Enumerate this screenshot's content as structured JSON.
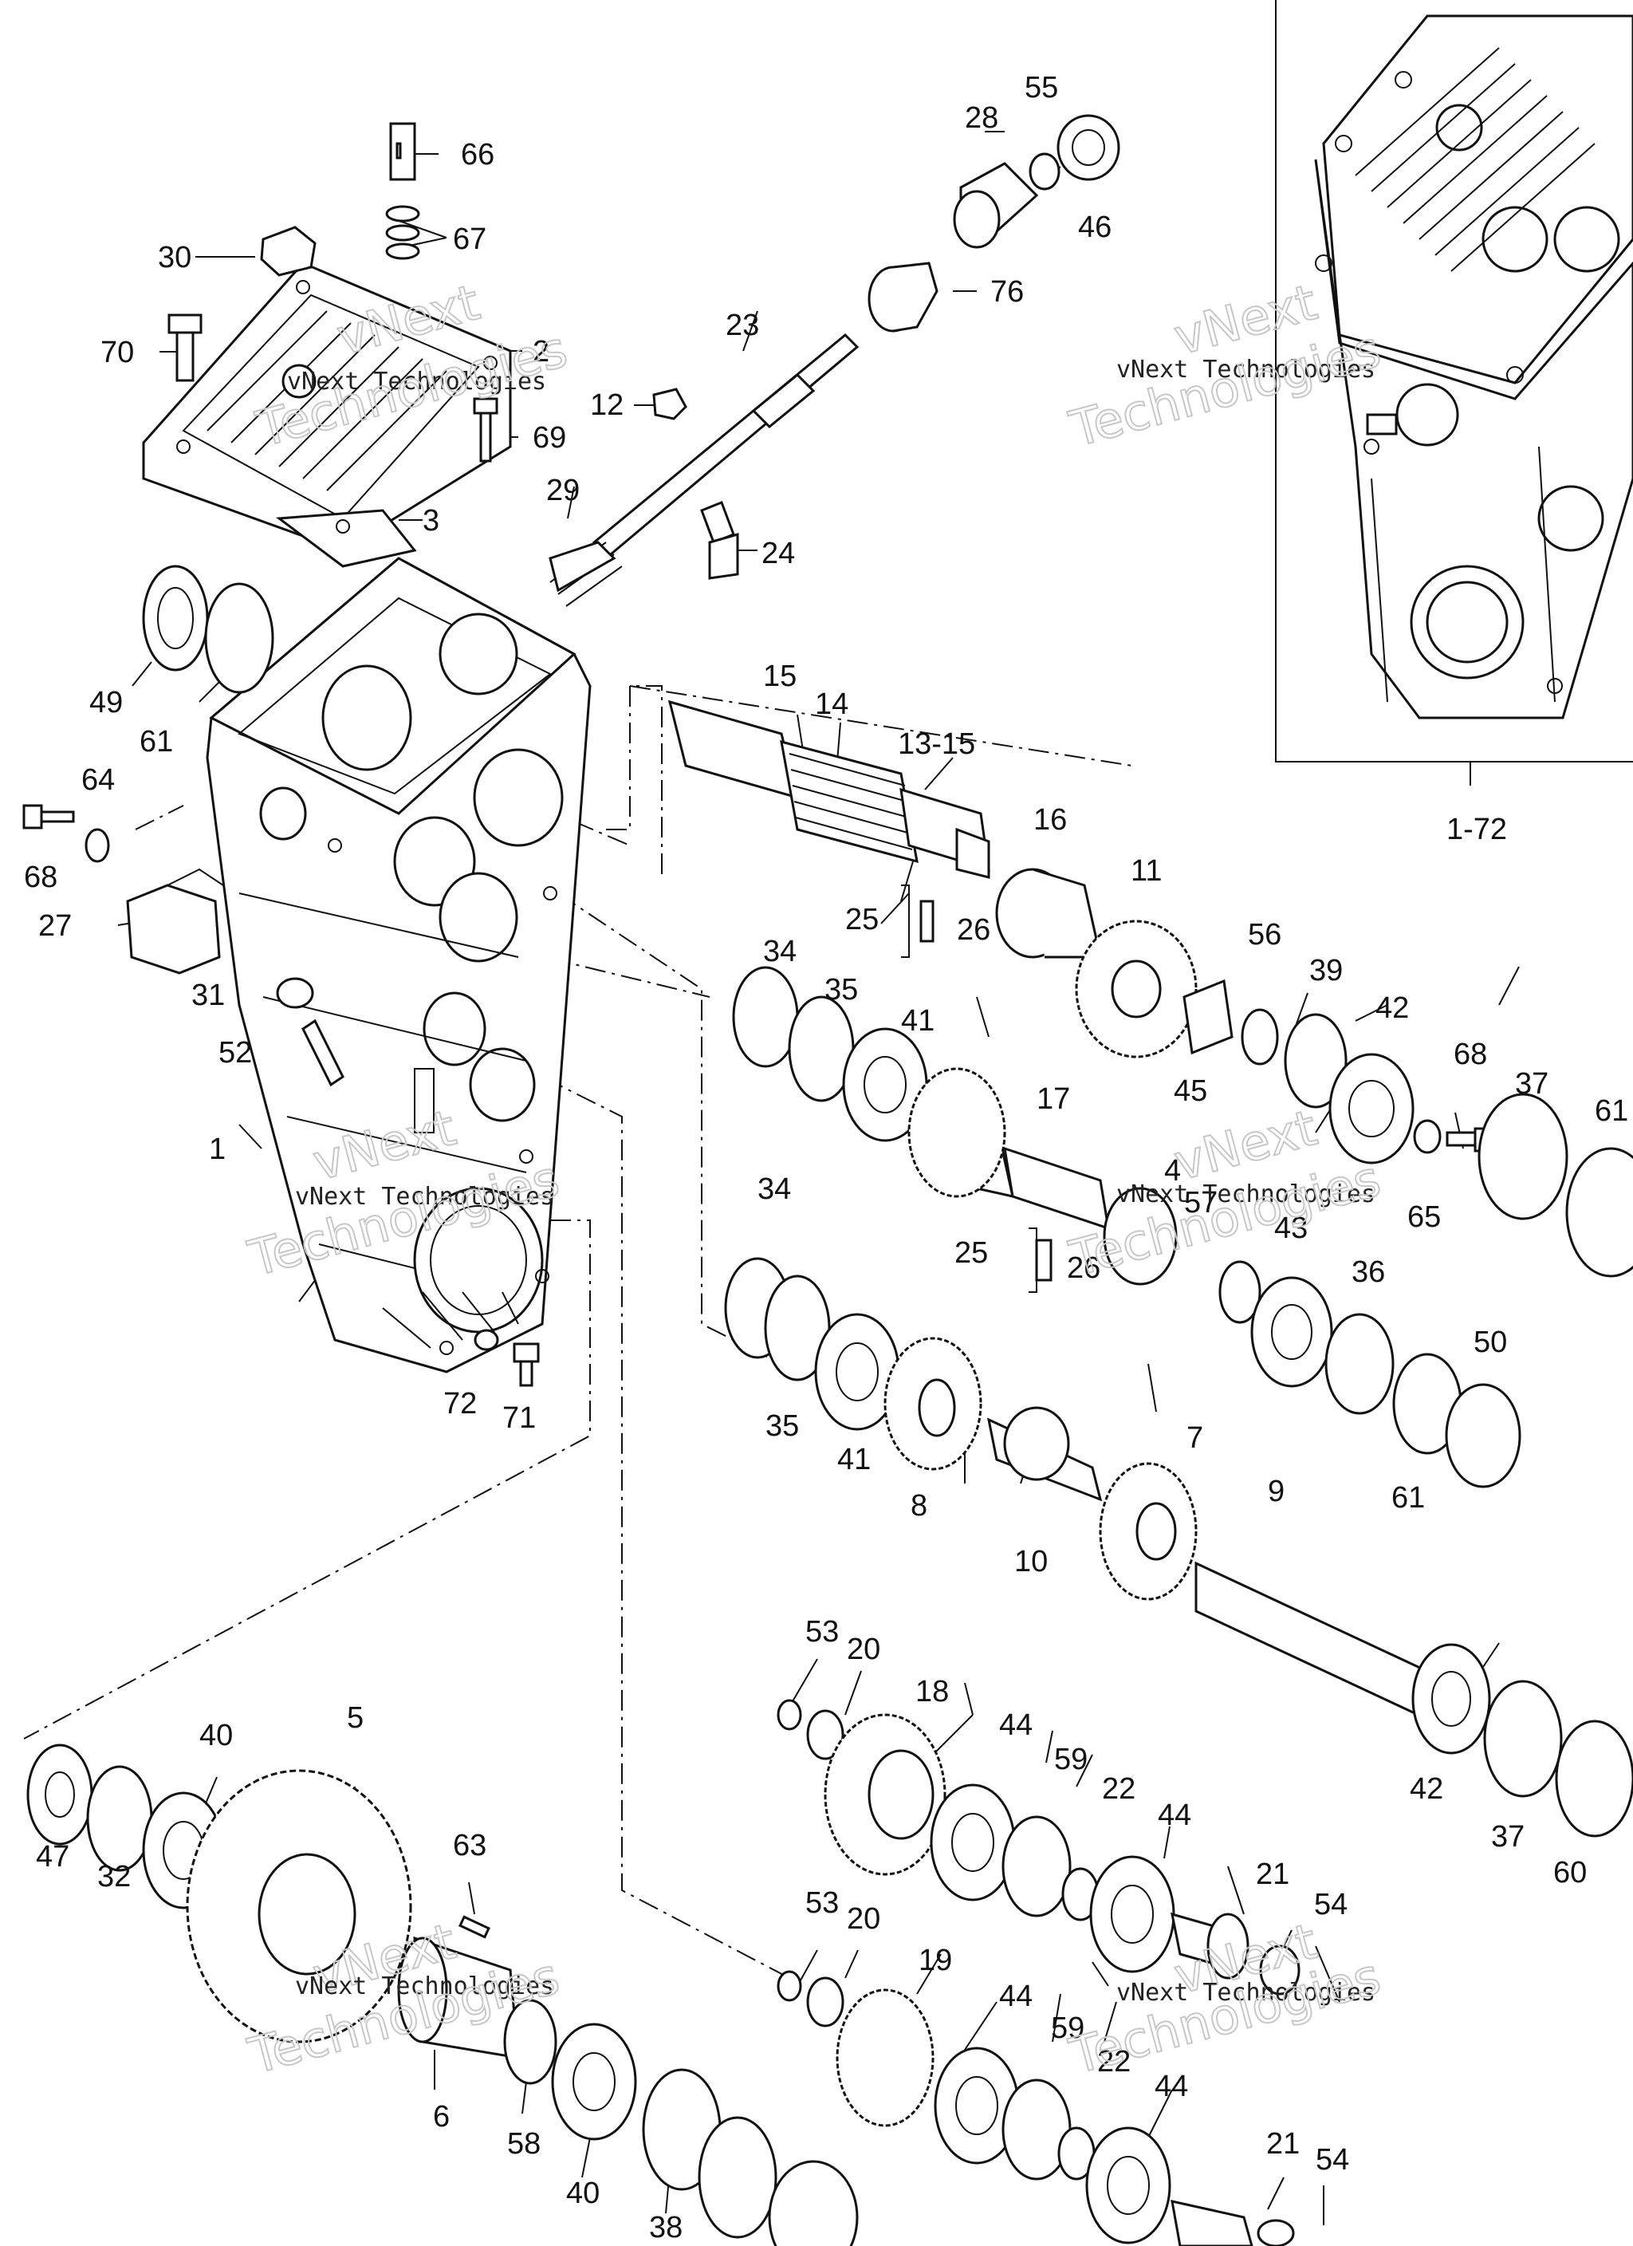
{
  "watermark": {
    "text_small": "vNext Technologies",
    "text_a": "vNext",
    "text_b": "Technologies"
  },
  "inset": {
    "label": "1-72"
  },
  "labels": [
    "66",
    "67",
    "30",
    "70",
    "2",
    "69",
    "3",
    "28",
    "55",
    "46",
    "76",
    "23",
    "12",
    "29",
    "24",
    "49",
    "61",
    "15",
    "14",
    "13-15",
    "64",
    "68",
    "27",
    "16",
    "11",
    "25",
    "26",
    "34",
    "35",
    "41",
    "56",
    "39",
    "42",
    "31",
    "52",
    "45",
    "17",
    "68",
    "37",
    "61",
    "1",
    "4",
    "57",
    "43",
    "65",
    "34",
    "25",
    "26",
    "36",
    "50",
    "72",
    "71",
    "35",
    "41",
    "8",
    "7",
    "9",
    "61",
    "10",
    "53",
    "20",
    "18",
    "44",
    "59",
    "22",
    "44",
    "5",
    "40",
    "63",
    "47",
    "32",
    "21",
    "54",
    "42",
    "37",
    "60",
    "53",
    "20",
    "19",
    "44",
    "59",
    "22",
    "44",
    "6",
    "58",
    "40",
    "38",
    "21",
    "54"
  ]
}
